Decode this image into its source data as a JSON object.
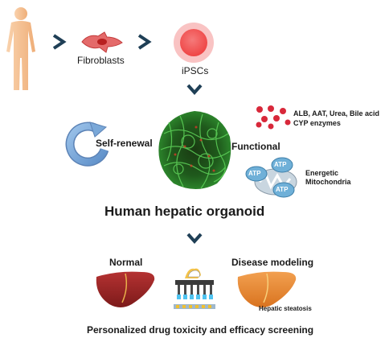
{
  "labels": {
    "fibroblasts": "Fibroblasts",
    "ipscs": "iPSCs",
    "self_renewal": "Self-renewal",
    "functional": "Functional",
    "markers": "ALB, AAT, Urea, Bile acid",
    "cyp": "CYP enzymes",
    "energetic": "Energetic",
    "mitochondria": "Mitochondria",
    "atp": "ATP",
    "organoid": "Human hepatic organoid",
    "normal": "Normal",
    "disease": "Disease modeling",
    "steatosis": "Hepatic steatosis",
    "screening": "Personalized drug toxicity and efficacy screening"
  },
  "icons": {
    "human": "human-silhouette-icon",
    "fibroblast": "fibroblast-cell-icon",
    "ipsc": "ipsc-cell-icon",
    "chevron": "chevron-icon",
    "cycle": "circular-arrow-icon",
    "organoid": "organoid-image",
    "dots": "secreted-molecules-icon",
    "mito": "mitochondria-icon",
    "liver_normal": "normal-liver-icon",
    "device": "multiwell-screening-device-icon",
    "liver_fatty": "fatty-liver-icon"
  },
  "colors": {
    "chevron": "#1f3f56",
    "skin": "#f6c496",
    "cell_red": "#e03a3e",
    "liver_normal": "#9e2424",
    "liver_fatty": "#e9893a",
    "cycle_blue": "#7aa8d8",
    "dots_red": "#d8283a",
    "organoid_green": "#2f8f2f"
  }
}
